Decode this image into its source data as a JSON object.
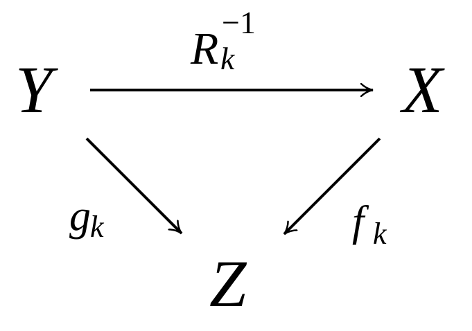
{
  "nodes": {
    "Y": "Y",
    "X": "X",
    "Z": "Z"
  },
  "arrows": {
    "top": {
      "label_main": "R",
      "label_sub": "k",
      "label_sup": "−1"
    },
    "left": {
      "label_main": "g",
      "label_sub": "k"
    },
    "right": {
      "label_main": "f",
      "label_sub": "k"
    }
  }
}
